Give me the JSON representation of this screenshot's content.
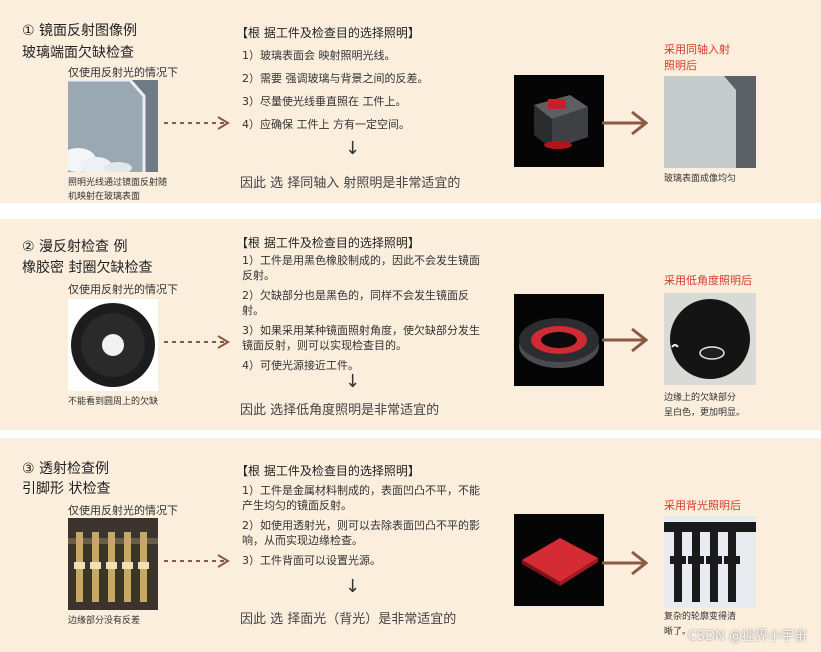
{
  "examples": [
    {
      "title": "① 镜面反射图像例",
      "subtitle": "玻璃端面欠缺检查",
      "reflect_note": "仅使用反射光的情况下",
      "caption_lines": [
        "照明光线通过镜面反射随",
        "机映射在玻璃表面"
      ],
      "heading": "【根 据工件及检查目的选择照明】",
      "items": [
        "1）玻璃表面会 映射照明光线。",
        "2）需要 强调玻璃与背景之间的反差。",
        "3）尽量使光线垂直照在 工件上。",
        "4）应确保 工件上 方有一定空间。"
      ],
      "arrow": "↓",
      "conclusion": "因此 选 择同轴入 射照明是非常适宜的",
      "result_label_lines": [
        "采用同轴入射",
        "照明后"
      ],
      "result_caption_lines": [
        "玻璃表面成像均匀"
      ]
    },
    {
      "title": "② 漫反射检查 例",
      "subtitle": "橡胶密 封圈欠缺检查",
      "reflect_note": "仅使用反射光的情况下",
      "caption_lines": [
        "不能看到圆周上的欠缺"
      ],
      "heading": "【根 据工件及检查目的选择照明】",
      "items": [
        "1）工件是用黑色橡胶制成的，因此不会发生镜面反射。",
        "2）欠缺部分也是黑色的，同样不会发生镜面反射。",
        "3）如果采用某种镜面照射角度，使欠缺部分发生镜面反射，则可以实现检查目的。",
        "4）可使光源接近工件。"
      ],
      "arrow": "↓",
      "conclusion": "因此 选择低角度照明是非常适宜的",
      "result_label_lines": [
        "采用低角度照明后"
      ],
      "result_caption_lines": [
        "边缘上的欠缺部分",
        "呈白色，更加明显。"
      ]
    },
    {
      "title": "③ 透射检查例",
      "subtitle": "引脚形 状检查",
      "reflect_note": "仅使用反射光的情况下",
      "caption_lines": [
        "边缘部分没有反差"
      ],
      "heading": "【根 据工件及检查目的选择照明】",
      "items": [
        "1）工件是金属材料制成的，表面凹凸不平，不能产生均匀的镜面反射。",
        "2）如使用透射光，则可以去除表面凹凸不平的影响，从而实现边缘检查。",
        "3）工件背面可以设置光源。"
      ],
      "arrow": "↓",
      "conclusion": "因此 选 择面光（背光）是非常适宜的",
      "result_label_lines": [
        "采用背光照明后"
      ],
      "result_caption_lines": [
        "复杂的轮廓变得清",
        "晰了。"
      ]
    }
  ],
  "watermark": "CSDN @控界小宇宙",
  "colors": {
    "panel_bg": "#fbeedd",
    "accent_red": "#d83a2c",
    "arrow_brown": "#8a5a44"
  }
}
